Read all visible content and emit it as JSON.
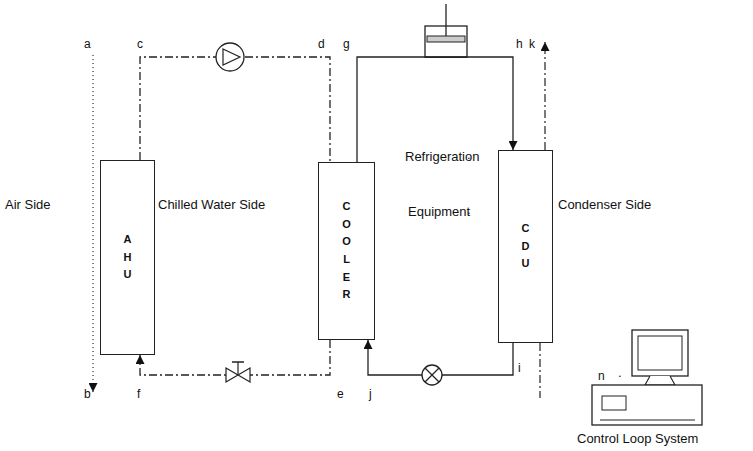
{
  "diagram": {
    "nodes": [
      {
        "text": [
          "A H U"
        ]
      },
      {
        "text": [
          "C O O L E R"
        ]
      },
      {
        "text": [
          "C D U"
        ]
      }
    ],
    "edges": [
      {
        "from": 0,
        "to": 1,
        "arrow": "none"
      },
      {
        "from": 1,
        "to": 0,
        "arrow": "to"
      },
      {
        "from": 1,
        "to": 2,
        "arrow": "to"
      },
      {
        "from": 2,
        "to": 1,
        "arrow": "to"
      }
    ],
    "labels": [
      "a",
      "c",
      "d",
      "g",
      "h",
      "k",
      "Air Side",
      "Chilled Water Side",
      "Refrigeration",
      ".",
      "Equipment",
      ".",
      "Condenser Side",
      "b",
      "f",
      "e",
      "j",
      "i",
      "n",
      ".",
      "Control Loop System"
    ]
  }
}
